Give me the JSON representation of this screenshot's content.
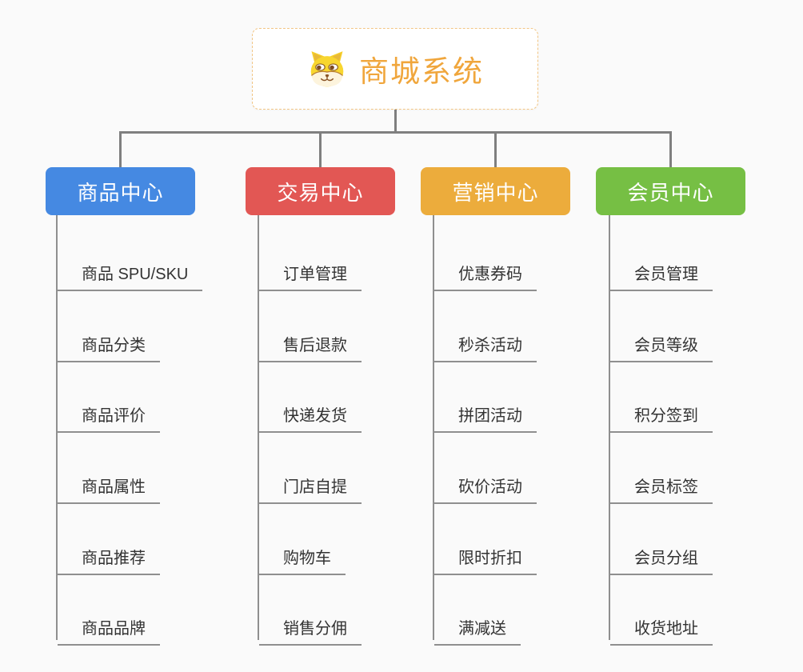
{
  "root": {
    "title": "商城系统",
    "icon": "dog-face-icon"
  },
  "branches": [
    {
      "label": "商品中心",
      "color": "#4589e2",
      "children": [
        "商品 SPU/SKU",
        "商品分类",
        "商品评价",
        "商品属性",
        "商品推荐",
        "商品品牌"
      ]
    },
    {
      "label": "交易中心",
      "color": "#e25754",
      "children": [
        "订单管理",
        "售后退款",
        "快递发货",
        "门店自提",
        "购物车",
        "销售分佣"
      ]
    },
    {
      "label": "营销中心",
      "color": "#ecac3c",
      "children": [
        "优惠券码",
        "秒杀活动",
        "拼团活动",
        "砍价活动",
        "限时折扣",
        "满减送"
      ]
    },
    {
      "label": "会员中心",
      "color": "#76bf44",
      "children": [
        "会员管理",
        "会员等级",
        "积分签到",
        "会员标签",
        "会员分组",
        "收货地址"
      ]
    }
  ],
  "colors": {
    "root_text": "#f0a63c",
    "root_border": "#f2c584",
    "connector": "#7f7f7f",
    "child_line": "#8f8f8f",
    "child_text": "#333333",
    "background": "#fafafa"
  }
}
